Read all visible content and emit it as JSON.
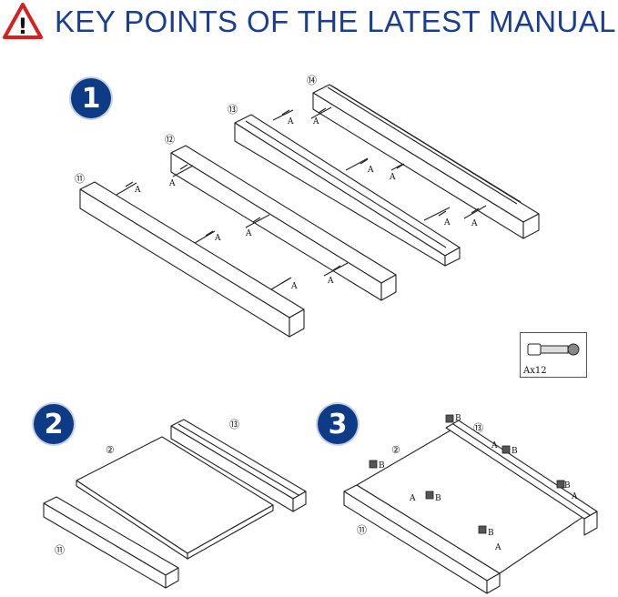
{
  "header": {
    "title": "KEY POINTS OF THE LATEST MANUAL",
    "warning_mark": "!"
  },
  "colors": {
    "title": "#1b3f8f",
    "badge": "#0d3b86",
    "warning": "#d32020"
  },
  "steps": [
    {
      "number": "1"
    },
    {
      "number": "2"
    },
    {
      "number": "3"
    }
  ],
  "parts": {
    "p11": "⑪",
    "p12": "⑫",
    "p13": "⑬",
    "p14": "⑭",
    "p2": "②"
  },
  "fasteners": {
    "a": "A",
    "b": "B"
  },
  "legend": {
    "label": "Ax12"
  }
}
